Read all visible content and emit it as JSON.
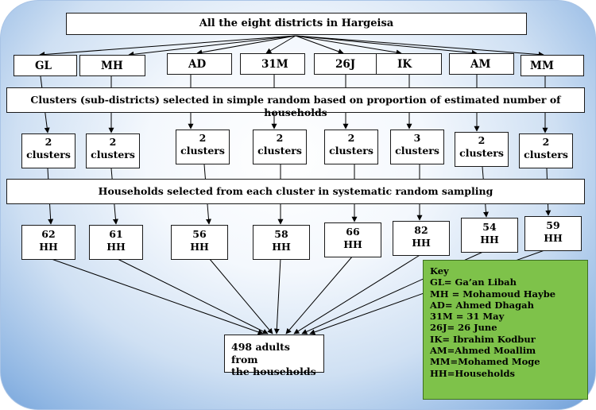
{
  "title": "All the eight districts in Hargeisa",
  "districts": [
    "GL",
    "MH",
    "AD",
    "31M",
    "26J",
    "IK",
    "AM",
    "MM"
  ],
  "cluster_step": "Clusters (sub-districts) selected in simple random based on proportion of estimated number of households",
  "household_step": "Households selected from each cluster in systematic random sampling",
  "clusters": [
    {
      "count": "2",
      "unit": "clusters"
    },
    {
      "count": "2",
      "unit": "clusters"
    },
    {
      "count": "2",
      "unit": "clusters"
    },
    {
      "count": "2",
      "unit": "clusters"
    },
    {
      "count": "2",
      "unit": "clusters"
    },
    {
      "count": "3",
      "unit": "clusters"
    },
    {
      "count": "2",
      "unit": "clusters"
    },
    {
      "count": "2",
      "unit": "clusters"
    }
  ],
  "households": [
    {
      "count": "62",
      "unit": "HH"
    },
    {
      "count": "61",
      "unit": "HH"
    },
    {
      "count": "56",
      "unit": "HH"
    },
    {
      "count": "58",
      "unit": "HH"
    },
    {
      "count": "66",
      "unit": "HH"
    },
    {
      "count": "82",
      "unit": "HH"
    },
    {
      "count": "54",
      "unit": "HH"
    },
    {
      "count": "59",
      "unit": "HH"
    }
  ],
  "total": {
    "line1": "498 adults from",
    "line2": "the households"
  },
  "key": {
    "title": "Key",
    "items": [
      "GL= Ga’an Libah",
      "MH = Mohamoud Haybe",
      "AD= Ahmed Dhagah",
      "31M = 31 May",
      "26J= 26 June",
      "IK= Ibrahim Kodbur",
      "AM=Ahmed Moallim",
      "MM=Mohamed Moge",
      "HH=Households"
    ]
  },
  "colors": {
    "key_background": "#7ec24a",
    "border": "#1a1a1a",
    "frame_edge": "#6f9fd8"
  }
}
